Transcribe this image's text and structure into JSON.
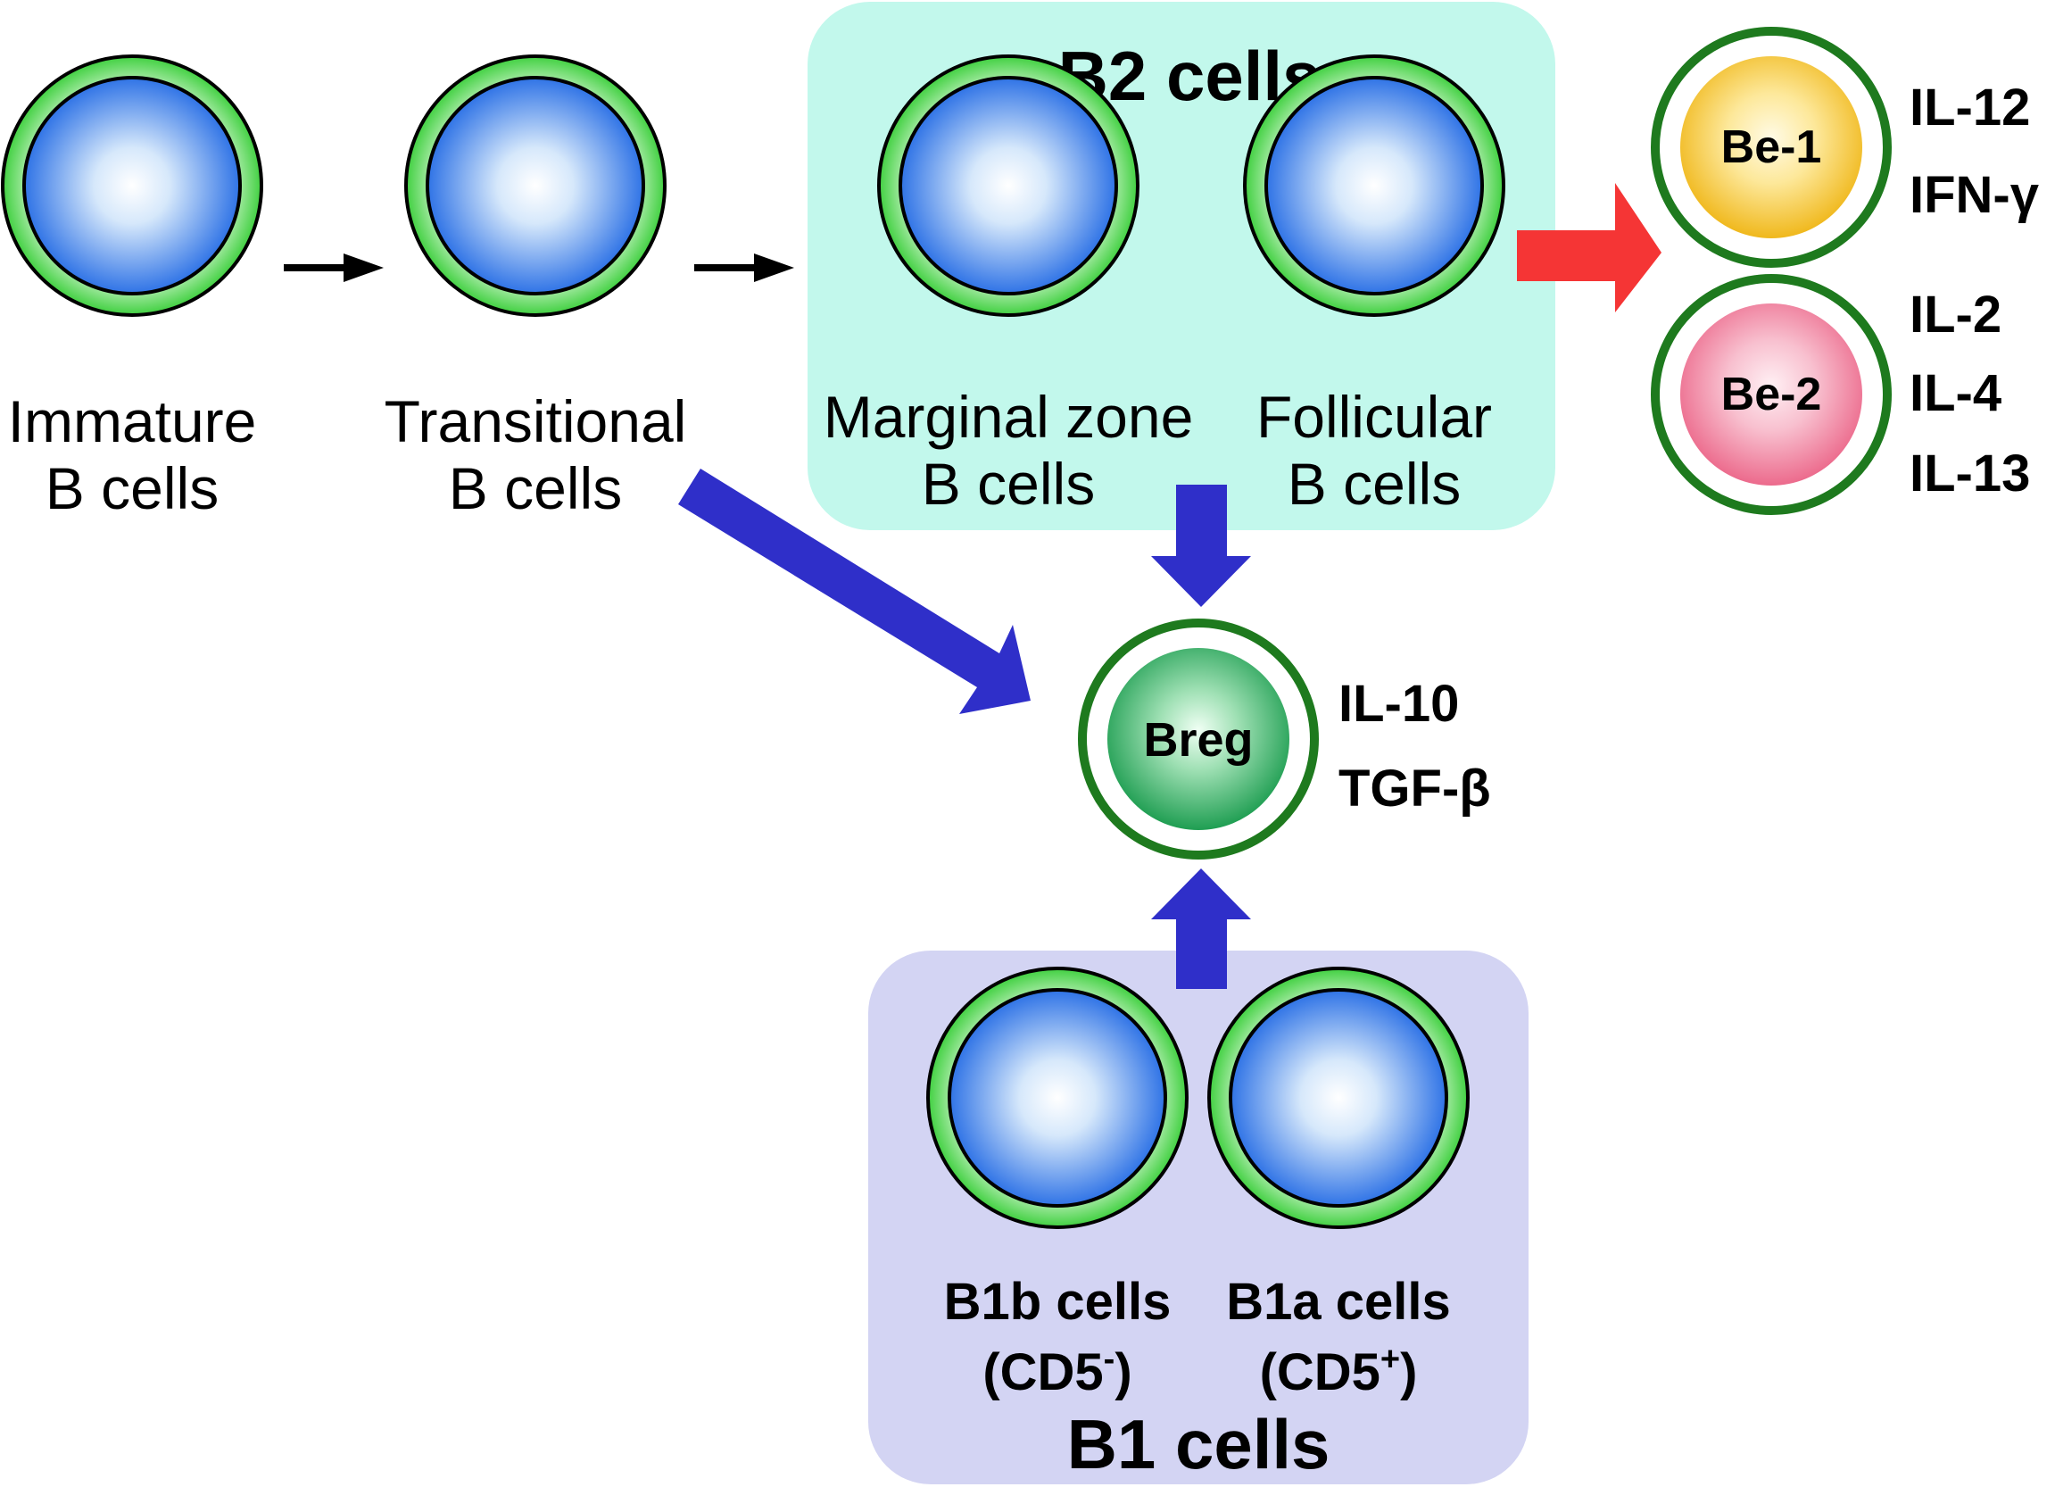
{
  "colors": {
    "b2_box": "#c2f8ec",
    "b1_box": "#d3d4f3",
    "cell_ring": "#57d94e",
    "cell_core": "#2f73e6",
    "blue_arrow": "#2f2fc9",
    "red_arrow": "#f53535",
    "dark_green": "#1e7a1e",
    "be1_fill": "#f4c43a",
    "be2_fill": "#f1819e",
    "breg_fill": "#2fae62"
  },
  "nodes": {
    "immature": {
      "line1": "Immature",
      "line2": "B cells"
    },
    "transitional": {
      "line1": "Transitional",
      "line2": "B cells"
    },
    "marginal": {
      "line1": "Marginal zone",
      "line2": "B cells"
    },
    "follicular": {
      "line1": "Follicular",
      "line2": "B cells"
    },
    "b1b": {
      "line1": "B1b cells",
      "line2_open": "(CD5",
      "line2_sup": "-",
      "line2_close": ")"
    },
    "b1a": {
      "line1": "B1a cells",
      "line2_open": "(CD5",
      "line2_sup": "+",
      "line2_close": ")"
    }
  },
  "groups": {
    "b2": {
      "title": "B2 cells"
    },
    "b1": {
      "title": "B1 cells"
    }
  },
  "effectors": {
    "be1": {
      "label": "Be-1",
      "cytokines": [
        "IL-12",
        "IFN-γ"
      ]
    },
    "be2": {
      "label": "Be-2",
      "cytokines": [
        "IL-2",
        "IL-4",
        "IL-13"
      ]
    },
    "breg": {
      "label": "Breg",
      "cytokines": [
        "IL-10",
        "TGF-β"
      ]
    }
  }
}
